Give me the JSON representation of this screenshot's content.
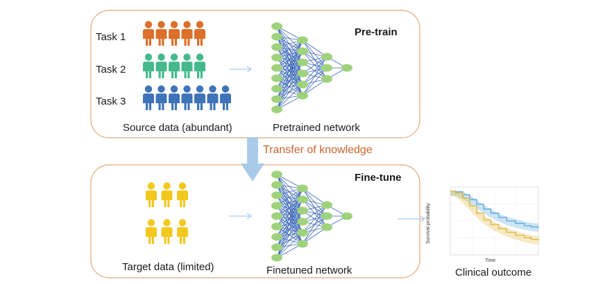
{
  "pretrain": {
    "title": "Pre-train",
    "tasks": [
      {
        "label": "Task 1",
        "count": 5,
        "color": "#dc6f2a"
      },
      {
        "label": "Task 2",
        "count": 5,
        "color": "#45b98b"
      },
      {
        "label": "Task 3",
        "count": 7,
        "color": "#3f74b8"
      }
    ],
    "source_caption": "Source data (abundant)",
    "network_caption": "Pretrained network"
  },
  "transfer_label": "Transfer of knowledge",
  "finetune": {
    "title": "Fine-tune",
    "target": {
      "rows": 2,
      "per_row": 3,
      "color": "#f2c81e"
    },
    "target_caption": "Target data (limited)",
    "network_caption": "Finetuned network"
  },
  "network": {
    "layers": [
      9,
      6,
      3,
      1
    ],
    "node_color": "#9fd27c",
    "edge_color": "#3966b8"
  },
  "outcome": {
    "caption": "Clinical outcome",
    "ylabel": "Survival probability",
    "xlabel": "Time",
    "series_colors": {
      "upper": "#57a7dd",
      "lower": "#e2b538"
    }
  },
  "colors": {
    "box_border": "#e2a877",
    "arrow": "#a9cbe9"
  }
}
